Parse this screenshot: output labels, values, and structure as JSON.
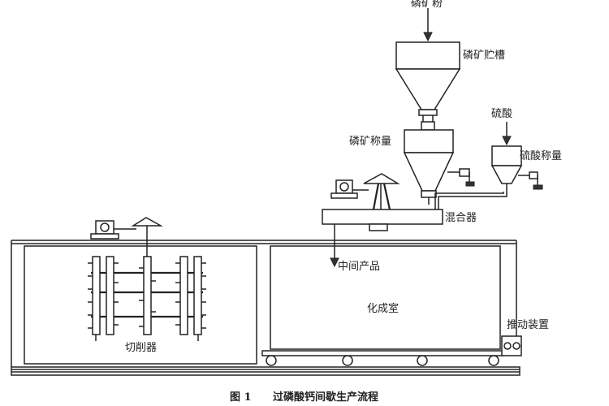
{
  "labels": {
    "phosphate_powder": "磷矿粉",
    "phosphate_silo": "磷矿贮槽",
    "phosphate_weigher": "磷矿称量",
    "sulfuric_acid": "硫酸",
    "acid_weigher": "硫酸称量",
    "mixer": "混合器",
    "intermediate": "中间产品",
    "curing_room": "化成室",
    "pusher": "推动装置",
    "cutter": "切削器"
  },
  "caption": {
    "figure_no": "图 1",
    "title": "过磷酸钙间歇生产流程"
  }
}
